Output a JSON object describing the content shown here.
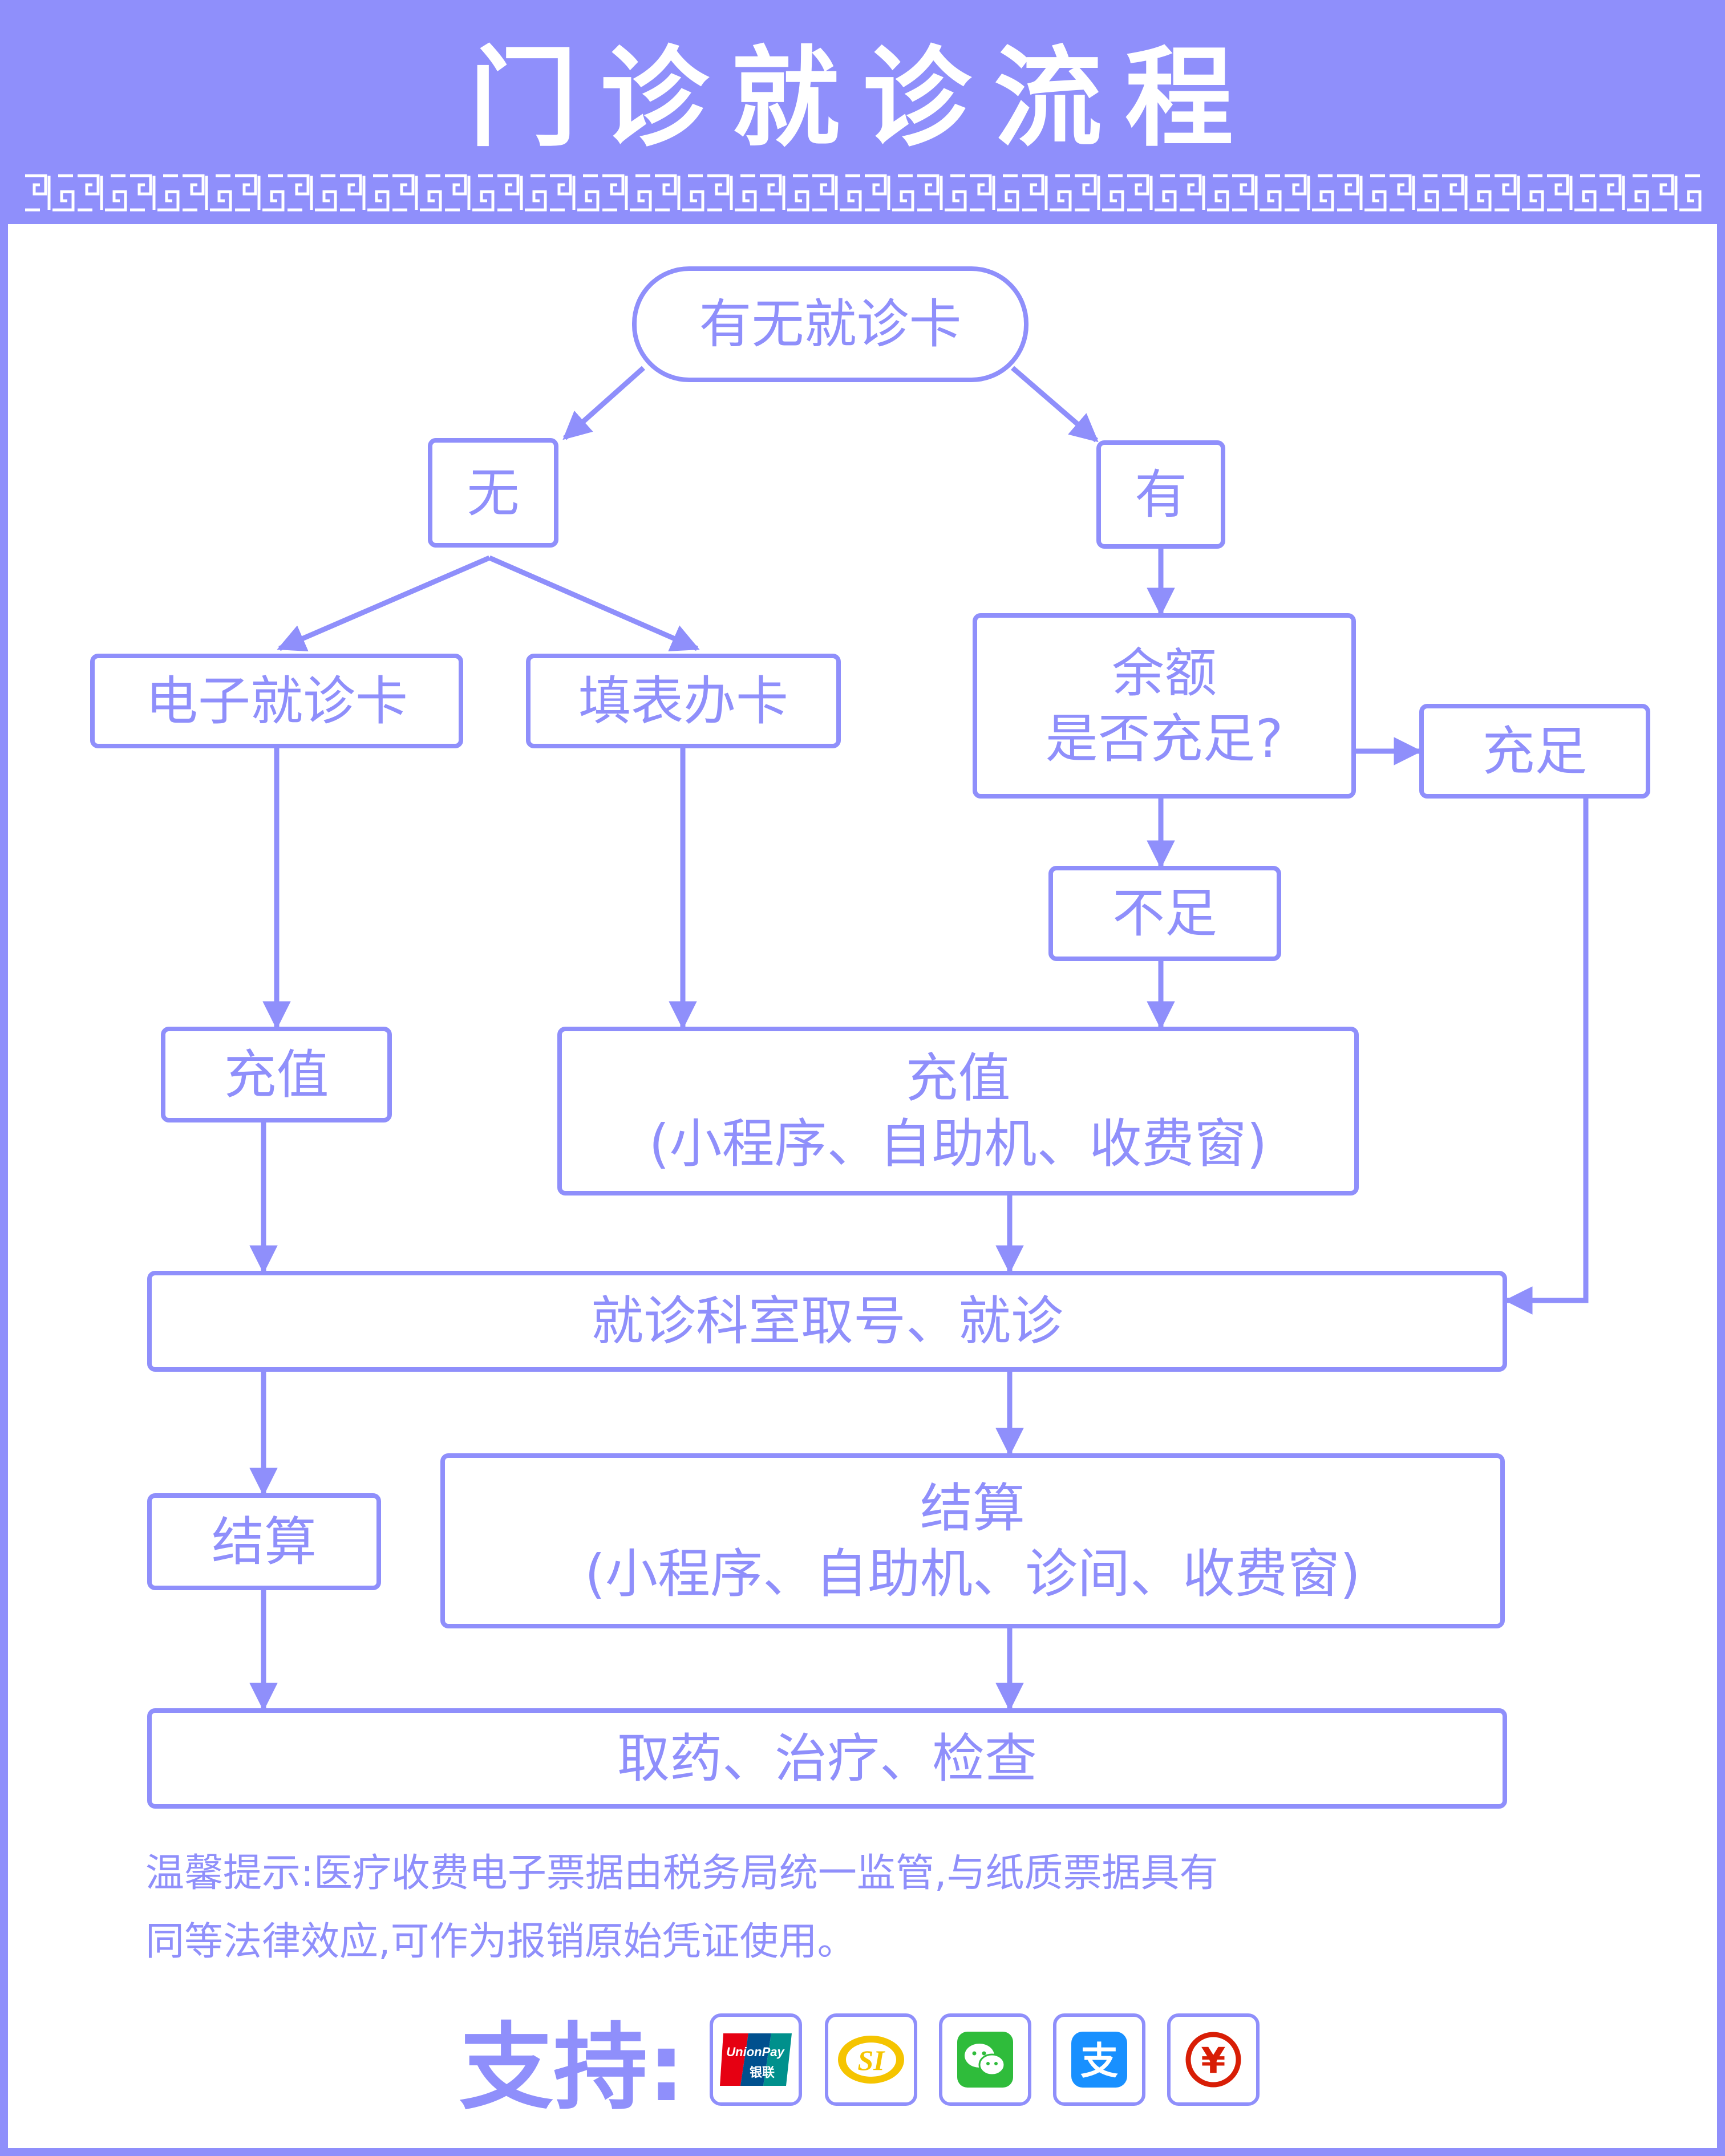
{
  "header": {
    "title": "门诊就诊流程"
  },
  "flow": {
    "start": "有无就诊卡",
    "no": "无",
    "yes": "有",
    "ecard": "电子就诊卡",
    "form": "填表办卡",
    "balance_line1": "余额",
    "balance_line2": "是否充足?",
    "sufficient": "充足",
    "insufficient": "不足",
    "recharge_small": "充值",
    "recharge_line1": "充值",
    "recharge_line2": "(小程序、自助机、收费窗)",
    "visit": "就诊科室取号、就诊",
    "settle_small": "结算",
    "settle_line1": "结算",
    "settle_line2": "(小程序、自助机、诊间、收费窗)",
    "final": "取药、治疗、检查"
  },
  "notice": {
    "line1": "温馨提示:医疗收费电子票据由税务局统一监管,与纸质票据具有",
    "line2": "同等法律效应,可作为报销原始凭证使用。"
  },
  "support": {
    "label": "支持:",
    "methods": [
      {
        "icon": "unionpay-icon",
        "text1": "UnionPay",
        "text2": "银联"
      },
      {
        "icon": "social-security-icon",
        "text1": "SI"
      },
      {
        "icon": "wechat-pay-icon"
      },
      {
        "icon": "alipay-icon",
        "text1": "支"
      },
      {
        "icon": "digital-rmb-icon",
        "text1": "¥"
      }
    ]
  },
  "colors": {
    "accent": "#8f8ffb",
    "unionpay_red": "#e60012",
    "unionpay_blue": "#00508e",
    "unionpay_green": "#00908c",
    "si_yellow": "#f5c400",
    "wechat_green": "#2fbc3b",
    "alipay_blue": "#1890ff",
    "rmb_red": "#d81e06"
  }
}
